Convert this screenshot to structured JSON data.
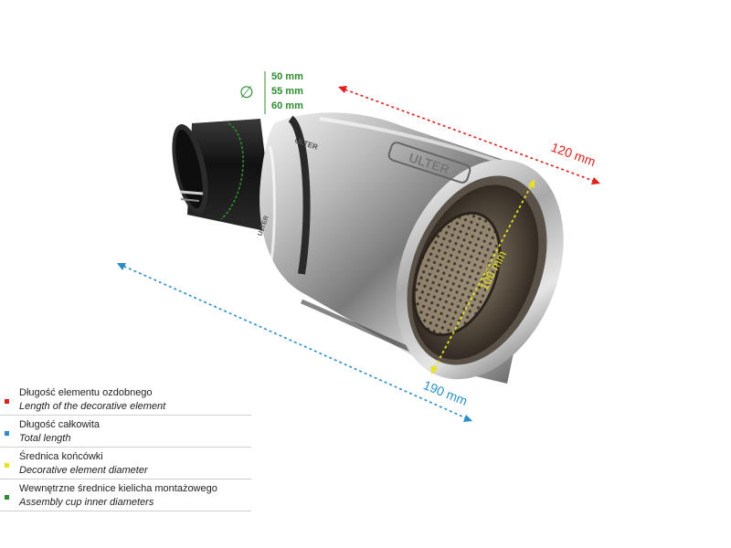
{
  "colors": {
    "red": "#e0201b",
    "blue": "#2a8fc9",
    "yellow": "#e8e21a",
    "green": "#2e8b2e"
  },
  "diameter_symbol": "∅",
  "diameters": [
    "50 mm",
    "55 mm",
    "60 mm"
  ],
  "dimensions": {
    "decorative_length": "120 mm",
    "total_length": "190 mm",
    "tip_diameter": "100 mm"
  },
  "brand_marks": [
    "ULTER",
    "ULTER",
    "ULTER"
  ],
  "legend": [
    {
      "color": "red",
      "pl": "Długość elementu ozdobnego",
      "en": "Length of the decorative element"
    },
    {
      "color": "blue",
      "pl": "Długość całkowita",
      "en": "Total length"
    },
    {
      "color": "yellow",
      "pl": "Średnica końcówki",
      "en": "Decorative element diameter"
    },
    {
      "color": "green",
      "pl": "Wewnętrzne średnice kielicha montażowego",
      "en": "Assembly cup inner diameters"
    }
  ]
}
